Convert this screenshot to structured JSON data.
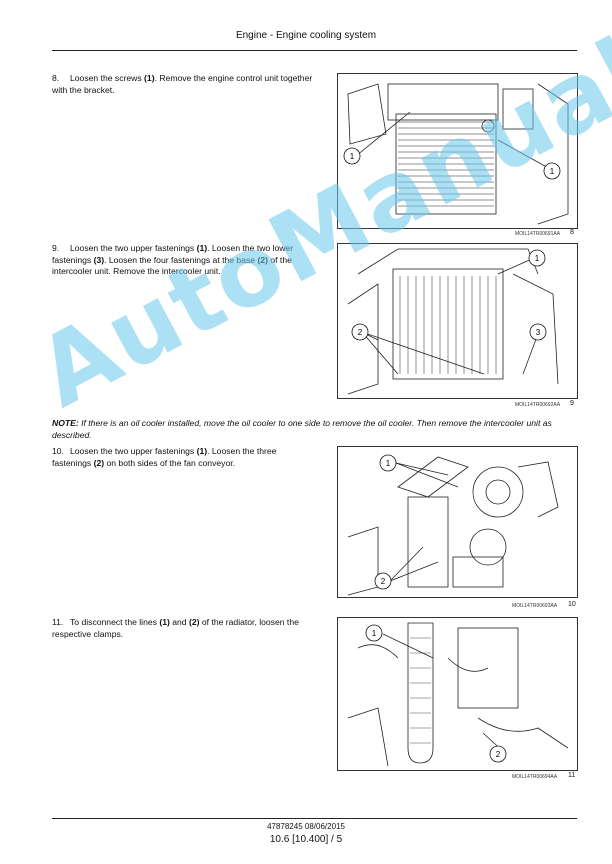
{
  "header": {
    "title": "Engine - Engine cooling system"
  },
  "steps": [
    {
      "num": "8.",
      "text_parts": [
        "Loosen the screws ",
        "(1)",
        ". Remove the engine control unit together with the bracket."
      ]
    },
    {
      "num": "9.",
      "text_parts": [
        "Loosen the two upper fastenings ",
        "(1)",
        ". Loosen the two lower fastenings ",
        "(3)",
        ". Loosen the four fastenings at the base ",
        "(2)",
        " of the intercooler unit. Remove the intercooler unit."
      ]
    },
    {
      "num": "10.",
      "text_parts": [
        "Loosen the two upper fastenings ",
        "(1)",
        ". Loosen the three fastenings ",
        "(2)",
        " on both sides of the fan conveyor."
      ]
    },
    {
      "num": "11.",
      "text_parts": [
        "To disconnect the lines ",
        "(1)",
        " and ",
        "(2)",
        " of the radiator, loosen the respective clamps."
      ]
    }
  ],
  "note": {
    "label": "NOTE:",
    "text": " If there is an oil cooler installed, move the oil cooler to one side to remove the oil cooler. Then remove the intercooler unit as described."
  },
  "figures": [
    {
      "code": "MOIL14TR00691AA",
      "number": "8",
      "callouts": [
        "1",
        "1"
      ]
    },
    {
      "code": "MOIL14TR00692AA",
      "number": "9",
      "callouts": [
        "1",
        "2",
        "3"
      ]
    },
    {
      "code": "MOIL14TR00693AA",
      "number": "10",
      "callouts": [
        "1",
        "2"
      ]
    },
    {
      "code": "MOIL14TR00694AA",
      "number": "11",
      "callouts": [
        "1",
        "2"
      ]
    }
  ],
  "watermark": {
    "text": "AutoManual"
  },
  "footer": {
    "doc": "47878245 08/06/2015",
    "page": "10.6 [10.400] / 5"
  }
}
